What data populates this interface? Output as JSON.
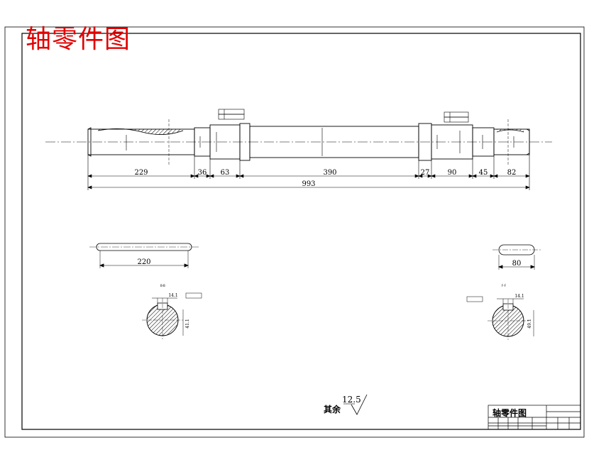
{
  "heading": "轴零件图",
  "shaft_dims": {
    "segments": [
      "229",
      "36",
      "63",
      "390",
      "27",
      "90",
      "45",
      "82"
    ],
    "total": "993"
  },
  "keyways": {
    "left_length": "220",
    "right_length": "80"
  },
  "sections": {
    "left_width": "14.1",
    "left_depth": "41.1",
    "right_width": "14.1",
    "right_depth": "49.1"
  },
  "roughness": {
    "rest_label": "其余",
    "rest_value": "12.5"
  },
  "title_block": {
    "title": "轴零件图"
  },
  "colors": {
    "heading": "#e00000",
    "line": "#000000",
    "background": "#ffffff"
  }
}
